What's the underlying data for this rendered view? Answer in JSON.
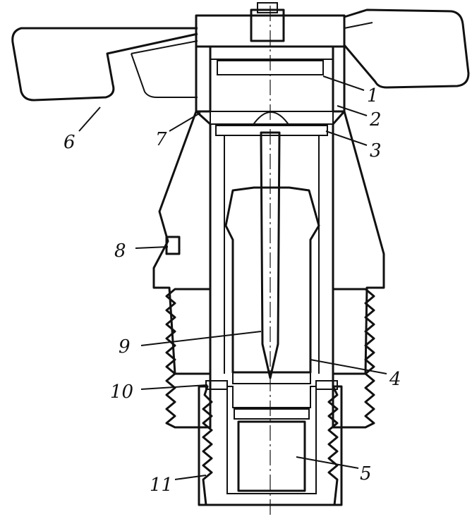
{
  "callouts": [
    {
      "id": "1",
      "text": "1"
    },
    {
      "id": "2",
      "text": "2"
    },
    {
      "id": "3",
      "text": "3"
    },
    {
      "id": "4",
      "text": "4"
    },
    {
      "id": "5",
      "text": "5"
    },
    {
      "id": "6",
      "text": "6"
    },
    {
      "id": "7",
      "text": "7"
    },
    {
      "id": "8",
      "text": "8"
    },
    {
      "id": "9",
      "text": "9"
    },
    {
      "id": "10",
      "text": "10"
    },
    {
      "id": "11",
      "text": "11"
    }
  ],
  "colors": {
    "ink": "#111111",
    "paper": "#ffffff",
    "charge": "#2a2a2a"
  }
}
